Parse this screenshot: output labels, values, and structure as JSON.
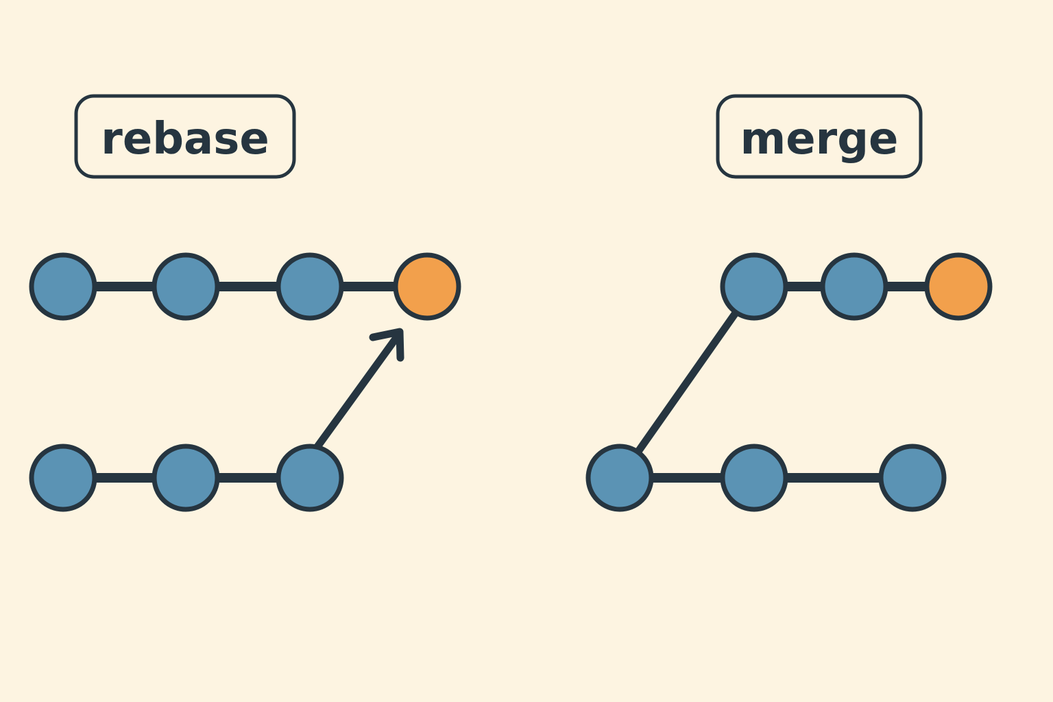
{
  "colors": {
    "background": "#fdf4e1",
    "outline": "#263540",
    "commit": "#5b93b4",
    "highlight": "#f2a04c"
  },
  "rebase": {
    "label": "rebase",
    "top_branch_commits": [
      "commit",
      "commit",
      "commit",
      "highlight"
    ],
    "bottom_branch_commits": [
      "commit",
      "commit",
      "commit"
    ],
    "arrow": "bottom-tip-to-highlight"
  },
  "merge": {
    "label": "merge",
    "top_branch_commits": [
      "commit",
      "commit",
      "highlight"
    ],
    "bottom_branch_commits": [
      "commit",
      "commit",
      "commit"
    ],
    "connector": "bottom-first-to-top-first"
  }
}
